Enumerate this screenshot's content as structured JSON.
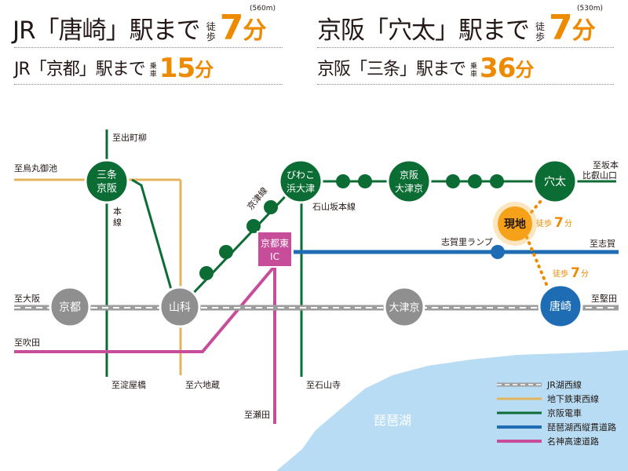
{
  "header": {
    "left_main": {
      "prefix": "JR「唐崎」駅まで",
      "label_top": "徒",
      "label_bottom": "歩",
      "value": "7",
      "unit": "分",
      "distance": "(560m)"
    },
    "left_sub": {
      "prefix": "JR「京都」駅まで",
      "label_top": "乗",
      "label_bottom": "車",
      "value": "15",
      "unit": "分"
    },
    "right_main": {
      "prefix": "京阪「穴太」駅まで",
      "label_top": "徒",
      "label_bottom": "歩",
      "value": "7",
      "unit": "分",
      "distance": "(530m)"
    },
    "right_sub": {
      "prefix": "京阪「三条」駅まで",
      "label_top": "乗",
      "label_bottom": "車",
      "value": "36",
      "unit": "分"
    }
  },
  "stations": {
    "sanjo_line1": "三条",
    "sanjo_line2": "京阪",
    "biwako_line1": "びわこ",
    "biwako_line2": "浜大津",
    "keihan_otsukyo_line1": "京阪",
    "keihan_otsukyo_line2": "大津京",
    "anou": "穴太",
    "kyoto": "京都",
    "yamashina": "山科",
    "otsukyo": "大津京",
    "karasaki": "唐崎",
    "ic_line1": "京都東",
    "ic_line2": "IC",
    "current": "現地"
  },
  "directions": {
    "demachiyanagi": "至出町柳",
    "karasumaoike": "至烏丸御池",
    "sakamoto_line1": "至坂本",
    "sakamoto_line2": "比叡山口",
    "shiga": "至志賀",
    "osaka": "至大阪",
    "katata": "至堅田",
    "suita": "至吹田",
    "yodoyabashi": "至淀屋橋",
    "rokujizo": "至六地蔵",
    "ishiyamadera": "至石山寺",
    "seta": "至瀬田"
  },
  "line_labels": {
    "honsen_line1": "本",
    "honsen_line2": "線",
    "keishin": "京津線",
    "ishiyama_sakamoto": "石山坂本線",
    "shigasato_ramp": "志賀里ランプ"
  },
  "walk": {
    "upper_label": "徒歩",
    "upper_value": "7",
    "upper_unit": "分",
    "lower_label": "徒歩",
    "lower_value": "7",
    "lower_unit": "分"
  },
  "lake": {
    "name": "琵琶湖"
  },
  "legend": [
    {
      "label": "JR湖西線",
      "color": "#9d9d9d",
      "style": "rail"
    },
    {
      "label": "地下鉄東西線",
      "color": "#e3b45d",
      "style": "solid"
    },
    {
      "label": "京阪電車",
      "color": "#0b6d34",
      "style": "solid"
    },
    {
      "label": "琵琶湖西縦貫道路",
      "color": "#1e6db4",
      "style": "solid"
    },
    {
      "label": "名神高速道路",
      "color": "#c74d9a",
      "style": "solid"
    }
  ],
  "colors": {
    "accent": "#ee8a00",
    "keihan": "#0b6d34",
    "tozai": "#e3b45d",
    "jr": "#9d9d9d",
    "expressway": "#c74d9a",
    "road": "#1e6db4",
    "lake": "#b7dcf3",
    "jr_station": "#8f8f8f"
  }
}
